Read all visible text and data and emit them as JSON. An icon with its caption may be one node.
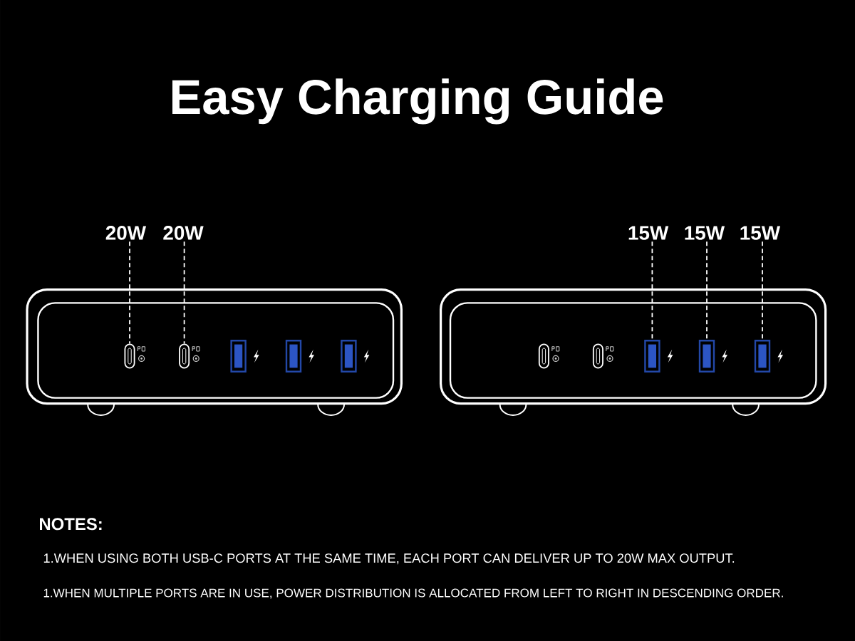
{
  "diagram": {
    "title": "Easy Charging Guide",
    "nodes": [
      {
        "text": [
          "20W"
        ]
      },
      {
        "text": [
          "20W"
        ]
      },
      {
        "text": [
          "15W"
        ]
      },
      {
        "text": [
          "15W"
        ]
      },
      {
        "text": [
          "15W"
        ]
      },
      {
        "text": [],
        "shape": "box"
      },
      {
        "text": [],
        "shape": "box"
      },
      {
        "text": [],
        "shape": "box"
      },
      {
        "text": [],
        "shape": "box"
      },
      {
        "text": [],
        "shape": "box"
      },
      {
        "text": [],
        "shape": "box"
      },
      {
        "text": [],
        "shape": "box"
      },
      {
        "text": [],
        "shape": "box"
      },
      {
        "text": [],
        "shape": "box"
      },
      {
        "text": [],
        "shape": "box"
      }
    ],
    "edges": [
      {
        "from": 0,
        "to": 5,
        "arrow": "none",
        "style": "dashed"
      },
      {
        "from": 1,
        "to": 6,
        "arrow": "none",
        "style": "dashed"
      },
      {
        "from": 2,
        "to": 12,
        "arrow": "none",
        "style": "dashed"
      },
      {
        "from": 3,
        "to": 13,
        "arrow": "none",
        "style": "dashed"
      },
      {
        "from": 4,
        "to": 14,
        "arrow": "none",
        "style": "dashed"
      }
    ],
    "labels": [
      "NOTES:",
      "1.WHEN USING BOTH USB-C PORTS AT THE SAME TIME, EACH PORT CAN DELIVER UP TO 20W MAX OUTPUT.",
      "1.WHEN MULTIPLE PORTS ARE IN USE, POWER DISTRIBUTION IS ALLOCATED FROM LEFT TO RIGHT IN DESCENDING ORDER."
    ]
  }
}
